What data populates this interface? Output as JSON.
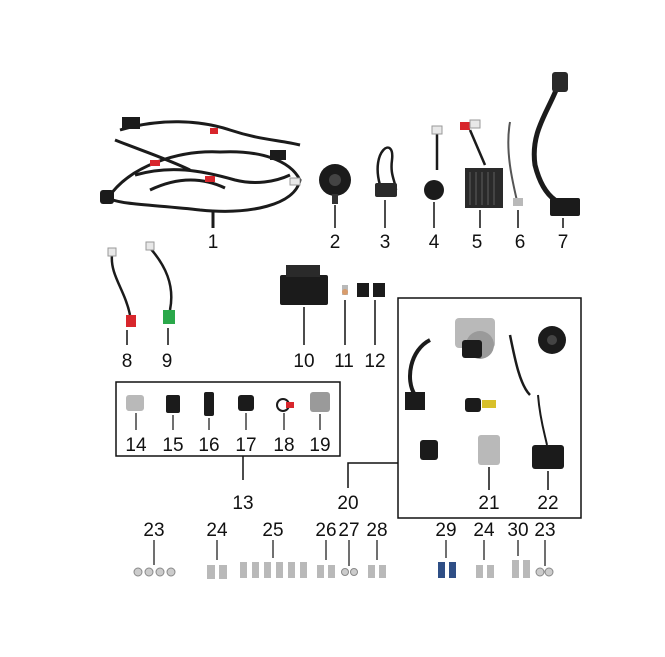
{
  "parts": [
    {
      "id": "harness",
      "num": "1"
    },
    {
      "id": "horn",
      "num": "2"
    },
    {
      "id": "sensor-2wire",
      "num": "3"
    },
    {
      "id": "sensor-round",
      "num": "4"
    },
    {
      "id": "regulator",
      "num": "5"
    },
    {
      "id": "cable",
      "num": "6"
    },
    {
      "id": "ignition-coil",
      "num": "7"
    },
    {
      "id": "lead-red",
      "num": "8"
    },
    {
      "id": "lead-green",
      "num": "9"
    },
    {
      "id": "cdi-unit",
      "num": "10"
    },
    {
      "id": "bulb",
      "num": "11"
    },
    {
      "id": "relay",
      "num": "12"
    },
    {
      "id": "group-switches",
      "num": "13"
    },
    {
      "id": "switch-a",
      "num": "14"
    },
    {
      "id": "switch-b",
      "num": "15"
    },
    {
      "id": "switch-c",
      "num": "16"
    },
    {
      "id": "switch-d",
      "num": "17"
    },
    {
      "id": "switch-e",
      "num": "18"
    },
    {
      "id": "switch-f",
      "num": "19"
    },
    {
      "id": "lock-set",
      "num": "20"
    },
    {
      "id": "lock-bracket",
      "num": "21"
    },
    {
      "id": "lock-module",
      "num": "22"
    },
    {
      "id": "washers-left",
      "num": "23"
    },
    {
      "id": "bolts-left",
      "num": "24"
    },
    {
      "id": "bolt-row",
      "num": "25"
    },
    {
      "id": "bolts-pair",
      "num": "26"
    },
    {
      "id": "washers-small",
      "num": "27"
    },
    {
      "id": "bolts-pair-b",
      "num": "28"
    },
    {
      "id": "bolts-blue",
      "num": "29"
    },
    {
      "id": "bolts-right",
      "num": "24"
    },
    {
      "id": "bolts-long",
      "num": "30"
    },
    {
      "id": "washers-right",
      "num": "23"
    }
  ],
  "colors": {
    "line": "#111111",
    "part_dark": "#1b1b1b",
    "metal": "#b9b9b9",
    "red": "#d8262c",
    "green": "#2aa84a",
    "blue": "#2f4f86"
  }
}
